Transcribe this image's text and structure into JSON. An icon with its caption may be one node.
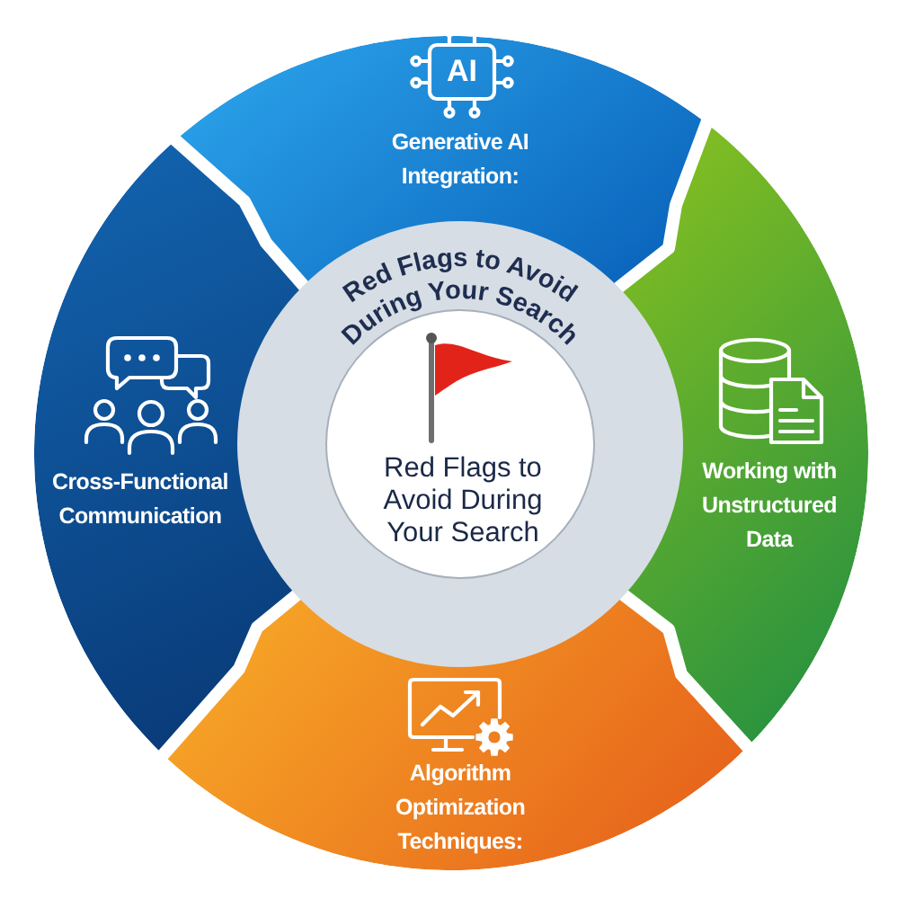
{
  "diagram": {
    "nodes": [
      {
        "text": [
          "AI",
          "Generative AI Integration:"
        ]
      },
      {
        "text": [
          "Red Flags to Avoid During Your Search"
        ]
      },
      {
        "text": [
          "Red Flags to Avoid During Your Search"
        ],
        "in": 1
      },
      {
        "text": [
          "Cross-Functional Communication"
        ]
      },
      {
        "text": [
          "Working with Unstructured Data"
        ]
      },
      {
        "text": [
          "Algorithm Optimization Techniques:"
        ]
      }
    ]
  }
}
